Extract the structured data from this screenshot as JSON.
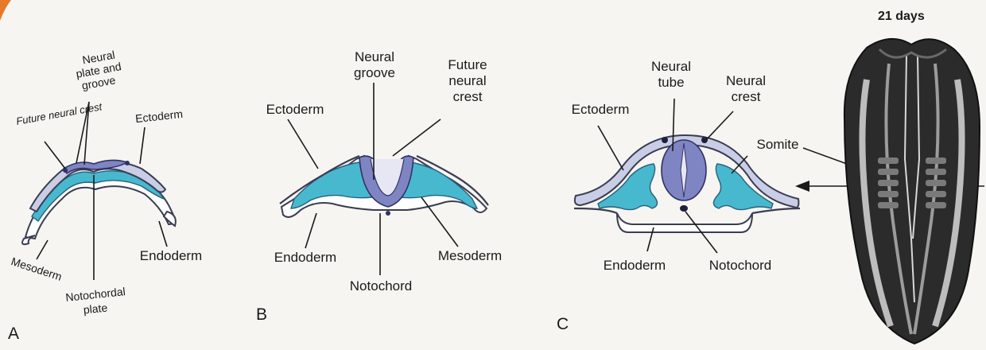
{
  "corner_accent_color": "#e8782a",
  "colors": {
    "mesoderm": "#48b8cf",
    "neural_tissue": "#7f84c2",
    "ectoderm": "#c9cde6",
    "embryo_dark": "#2b2b2b",
    "embryo_light": "#bdbdbd"
  },
  "panels": {
    "A": {
      "letter": "A",
      "labels": {
        "future_neural_crest": "Future neural crest",
        "neural_plate_groove_1": "Neural",
        "neural_plate_groove_2": "plate and",
        "neural_plate_groove_3": "groove",
        "ectoderm": "Ectoderm",
        "endoderm": "Endoderm",
        "mesoderm": "Mesoderm",
        "notochordal_plate_1": "Notochordal",
        "notochordal_plate_2": "plate"
      }
    },
    "B": {
      "letter": "B",
      "labels": {
        "neural_groove_1": "Neural",
        "neural_groove_2": "groove",
        "future_neural_crest_1": "Future",
        "future_neural_crest_2": "neural",
        "future_neural_crest_3": "crest",
        "ectoderm": "Ectoderm",
        "endoderm": "Endoderm",
        "mesoderm": "Mesoderm",
        "notochord": "Notochord"
      }
    },
    "C": {
      "letter": "C",
      "labels": {
        "neural_tube_1": "Neural",
        "neural_tube_2": "tube",
        "neural_crest_1": "Neural",
        "neural_crest_2": "crest",
        "ectoderm": "Ectoderm",
        "somite": "Somite",
        "endoderm": "Endoderm",
        "notochord": "Notochord"
      }
    },
    "D": {
      "days": "21 days"
    }
  }
}
